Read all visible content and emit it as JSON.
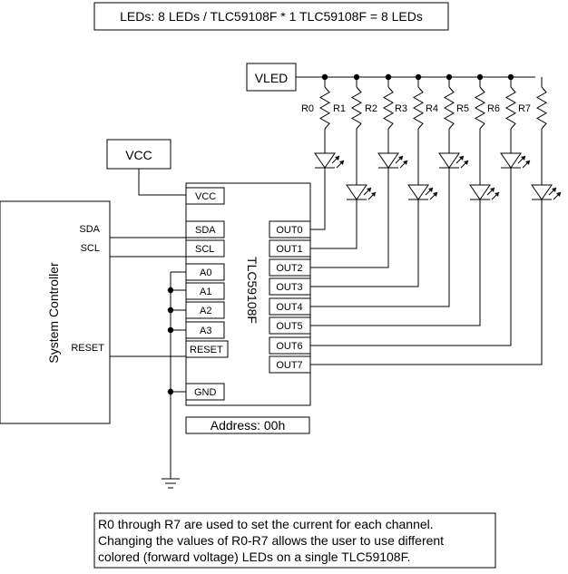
{
  "header": {
    "text": "LEDs:  8 LEDs / TLC59108F * 1 TLC59108F = 8 LEDs"
  },
  "vled": {
    "label": "VLED"
  },
  "vcc_supply": {
    "label": "VCC"
  },
  "controller": {
    "label": "System Controller",
    "sda": "SDA",
    "scl": "SCL",
    "reset": "RESET"
  },
  "chip": {
    "name": "TLC59108F",
    "pins_left": {
      "vcc": "VCC",
      "sda": "SDA",
      "scl": "SCL",
      "a0": "A0",
      "a1": "A1",
      "a2": "A2",
      "a3": "A3",
      "reset": "RESET",
      "gnd": "GND"
    },
    "outputs": [
      "OUT0",
      "OUT1",
      "OUT2",
      "OUT3",
      "OUT4",
      "OUT5",
      "OUT6",
      "OUT7"
    ]
  },
  "resistors": [
    "R0",
    "R1",
    "R2",
    "R3",
    "R4",
    "R5",
    "R6",
    "R7"
  ],
  "address": {
    "label": "Address:  00h"
  },
  "note": {
    "line1": "R0 through R7 are used to set the current for each channel.",
    "line2": "Changing the values of R0-R7 allows the user to use different",
    "line3": "colored (forward voltage) LEDs on a single TLC59108F."
  }
}
